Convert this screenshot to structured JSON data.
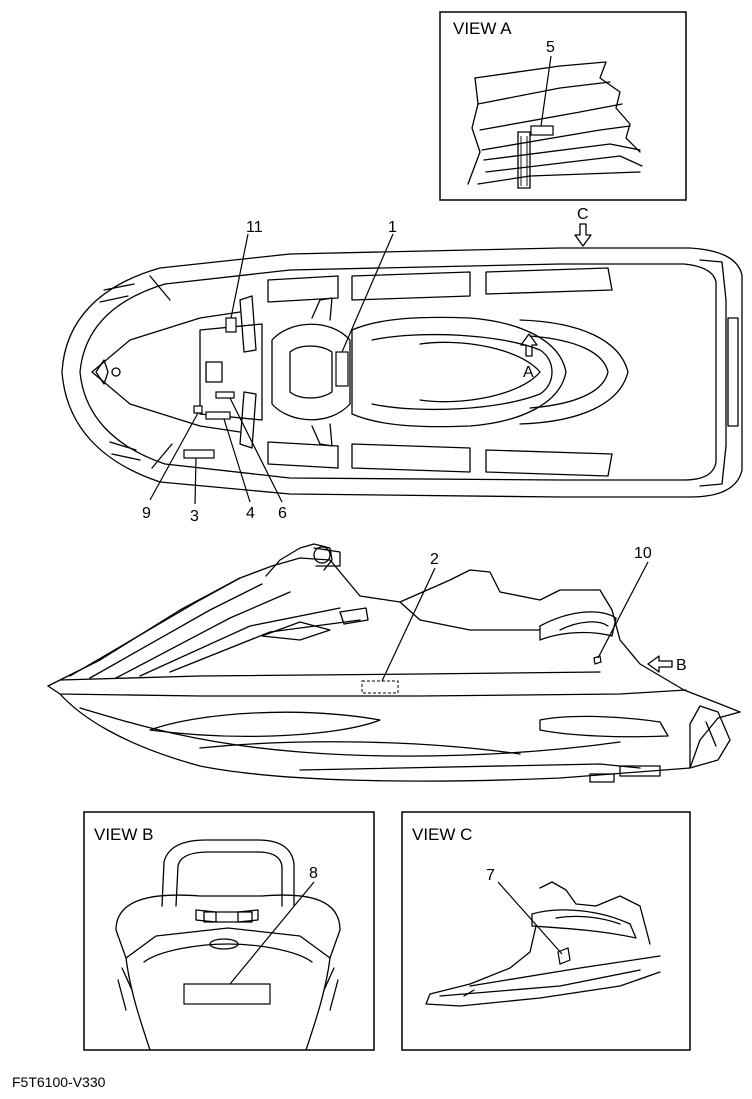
{
  "views": {
    "a": "VIEW A",
    "b": "VIEW B",
    "c": "VIEW C"
  },
  "arrows": {
    "a": "A",
    "b": "B",
    "c": "C"
  },
  "callouts": {
    "n1": "1",
    "n2": "2",
    "n3": "3",
    "n4": "4",
    "n5": "5",
    "n6": "6",
    "n7": "7",
    "n8": "8",
    "n9": "9",
    "n10": "10",
    "n11": "11"
  },
  "figure_code": "F5T6100-V330"
}
